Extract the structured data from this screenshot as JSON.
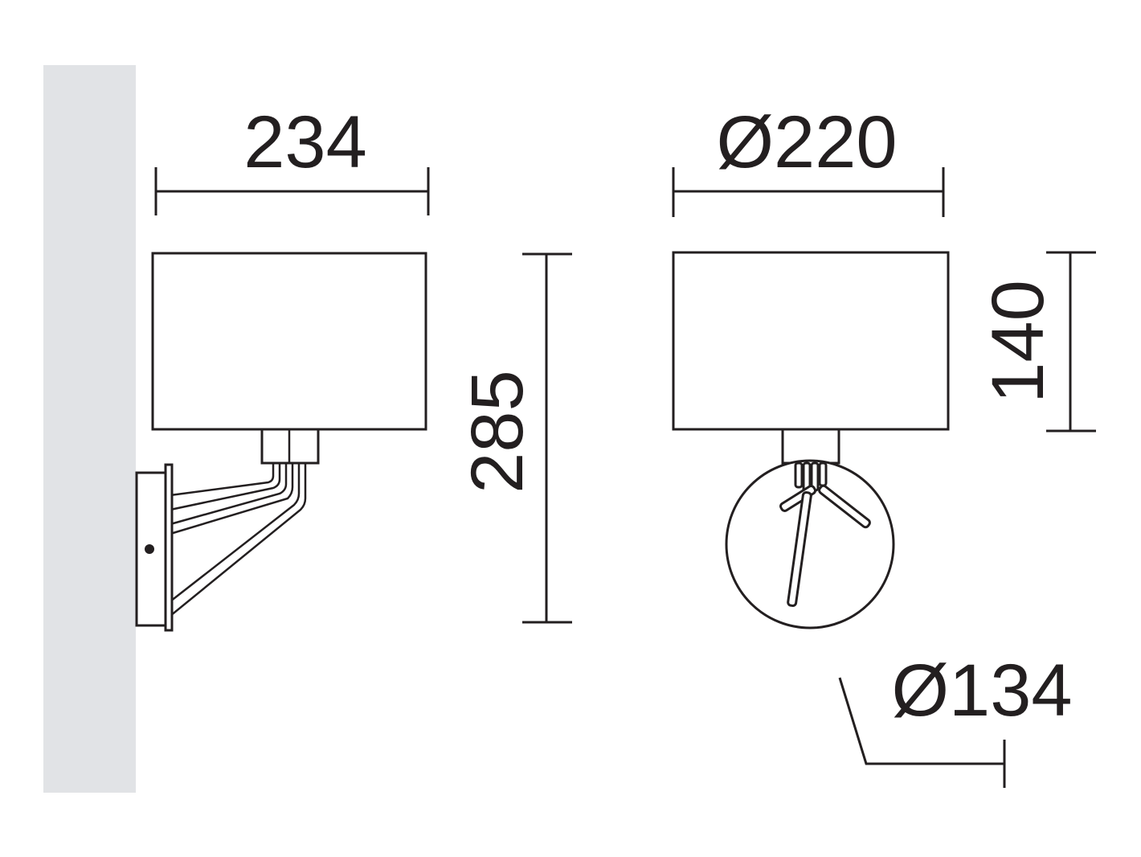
{
  "dimensions": {
    "side_width": "234",
    "overall_height": "285",
    "shade_diameter": "Ø220",
    "shade_height": "140",
    "base_diameter": "Ø134"
  },
  "colors": {
    "line": "#231f20",
    "wall": "#e1e3e6",
    "background": "#ffffff"
  }
}
